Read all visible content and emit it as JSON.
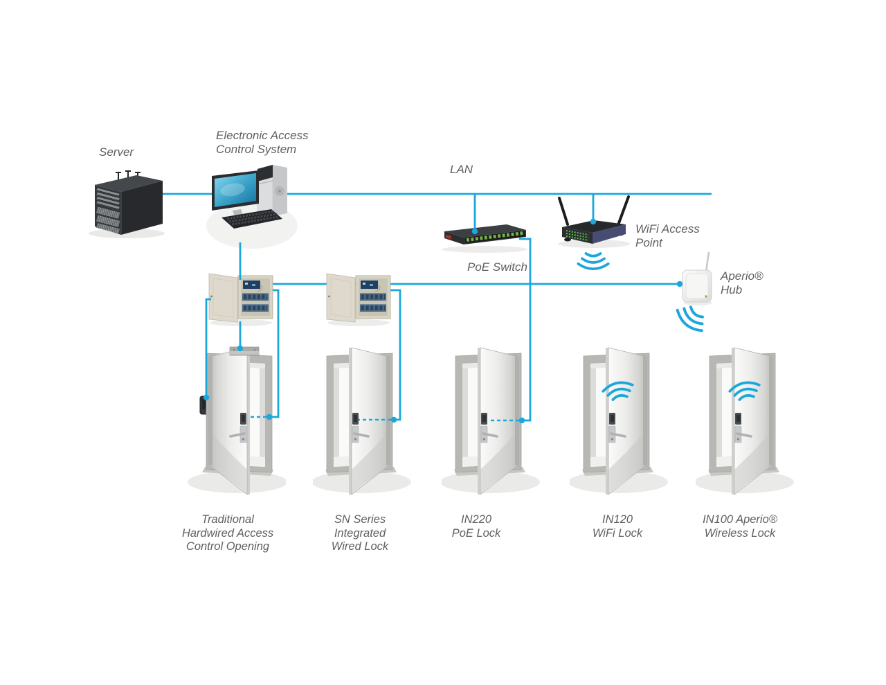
{
  "colors": {
    "accent": "#1ba7dc",
    "text": "#5e5f61",
    "background": "#ffffff"
  },
  "devices": {
    "server": {
      "label": "Server"
    },
    "eacs": {
      "label_lines": [
        "Electronic Access",
        "Control System"
      ]
    },
    "lan": {
      "label": "LAN"
    },
    "poe_switch": {
      "label": "PoE Switch"
    },
    "wifi_ap": {
      "label_lines": [
        "WiFi Access",
        "Point"
      ]
    },
    "aperio_hub": {
      "label_lines": [
        "Aperio®",
        "Hub"
      ]
    }
  },
  "doors": [
    {
      "label_lines": [
        "Traditional",
        "Hardwired Access",
        "Control Opening"
      ]
    },
    {
      "label_lines": [
        "SN Series",
        "Integrated",
        "Wired Lock"
      ]
    },
    {
      "label_lines": [
        "IN220",
        "PoE Lock"
      ]
    },
    {
      "label_lines": [
        "IN120",
        "WiFi Lock"
      ]
    },
    {
      "label_lines": [
        "IN100 Aperio®",
        "Wireless Lock"
      ]
    }
  ]
}
